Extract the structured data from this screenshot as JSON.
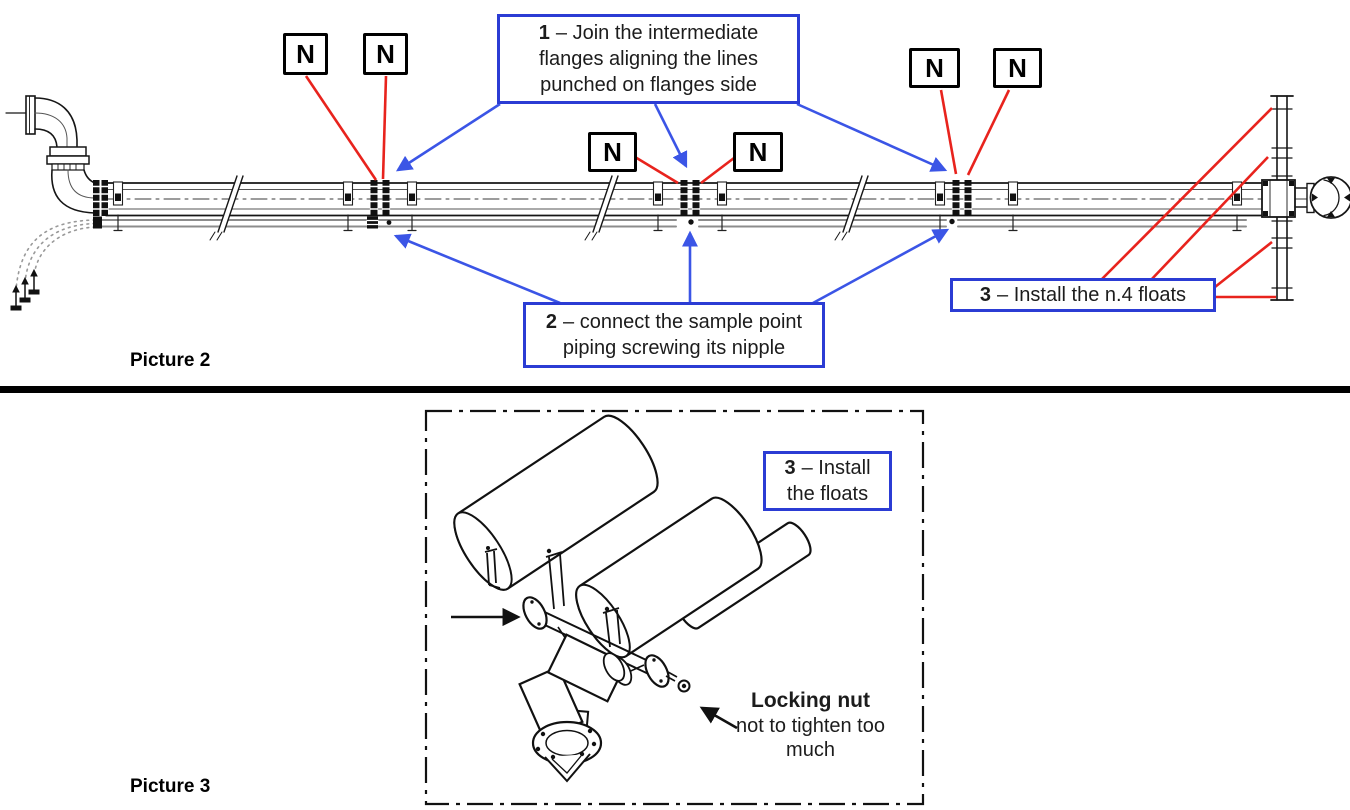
{
  "page": {
    "background": "#ffffff"
  },
  "colors": {
    "callout_border": "#2b3cd4",
    "leader_red": "#e8231d",
    "leader_blue": "#3b55e6",
    "drawing_ink": "#161616",
    "sample_pipe_gray": "#8c8c8c"
  },
  "picture2": {
    "label": "Picture 2",
    "n_markers": [
      "N",
      "N",
      "N",
      "N",
      "N",
      "N"
    ],
    "callouts": {
      "step1": {
        "num": "1",
        "text": "– Join the intermediate flanges aligning the lines punched on flanges side"
      },
      "step2": {
        "num": "2",
        "text": "– connect the sample point piping screwing its nipple"
      },
      "step3": {
        "num": "3",
        "text": "– Install the n.4 floats"
      }
    }
  },
  "picture3": {
    "label": "Picture 3",
    "callouts": {
      "step3": {
        "num": "3",
        "text": "– Install the floats"
      },
      "locking_nut": {
        "title": "Locking nut",
        "text": "not to tighten too much"
      }
    }
  }
}
